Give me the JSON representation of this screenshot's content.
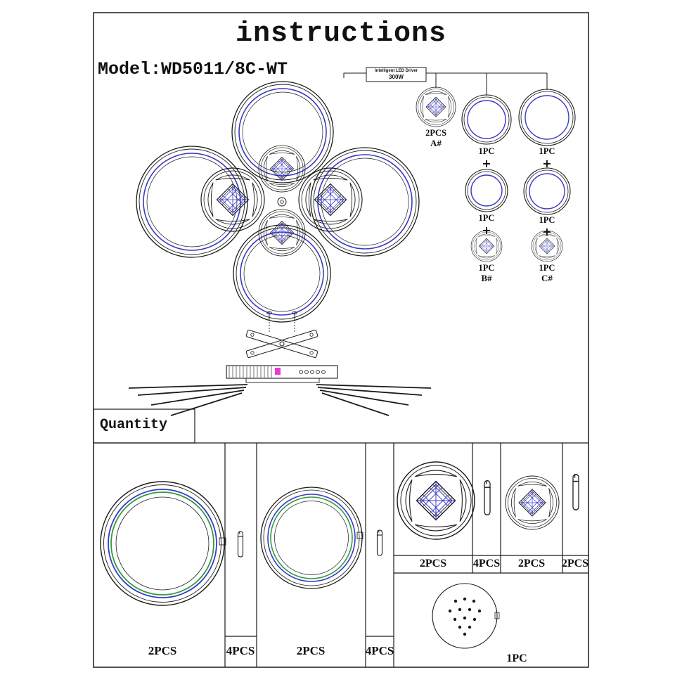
{
  "page": {
    "title": "instructions",
    "model": "Model:WD5011/8C-WT"
  },
  "driver": {
    "name": "Intelligent LED Driver",
    "power": "300W"
  },
  "wiring": {
    "a_qty": "2PCS",
    "a_code": "A#",
    "b_code": "B#",
    "c_code": "C#",
    "one_pc": "1PC",
    "plus": "+"
  },
  "quantity": {
    "label": "Quantity"
  },
  "table": {
    "big_ring_qty": "2PCS",
    "big_pin_qty": "4PCS",
    "mid_ring_qty": "2PCS",
    "mid_pin_qty": "4PCS",
    "large_disk_qty": "2PCS",
    "disk_pin_qty": "4PCS",
    "small_disk_qty": "2PCS",
    "small_pin_qty": "2PCS",
    "base_qty": "1PC"
  },
  "colors": {
    "ring_blue": "#3a3ac8",
    "ring_green": "#2f9e3f",
    "led_magenta": "#e83bd0"
  }
}
